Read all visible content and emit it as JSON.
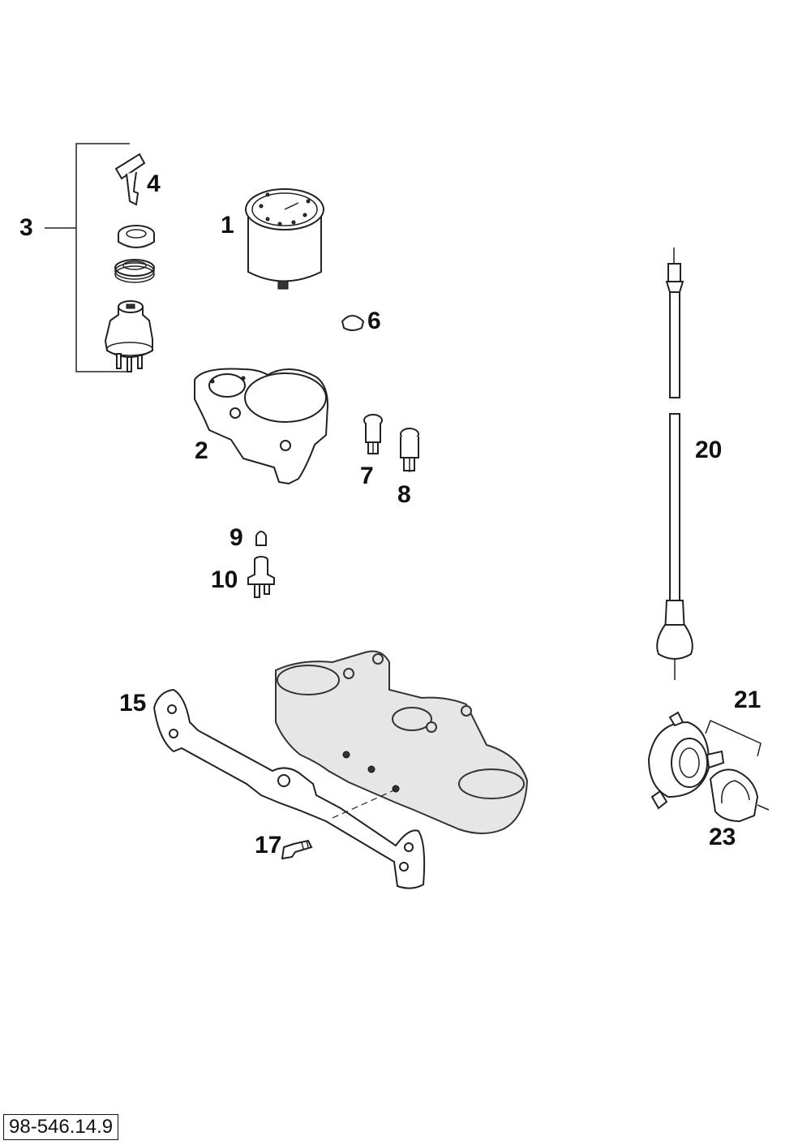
{
  "diagram": {
    "callouts": [
      {
        "key": "c1",
        "label": "1"
      },
      {
        "key": "c2",
        "label": "2"
      },
      {
        "key": "c3",
        "label": "3"
      },
      {
        "key": "c4",
        "label": "4"
      },
      {
        "key": "c6",
        "label": "6"
      },
      {
        "key": "c7",
        "label": "7"
      },
      {
        "key": "c8",
        "label": "8"
      },
      {
        "key": "c9",
        "label": "9"
      },
      {
        "key": "c10",
        "label": "10"
      },
      {
        "key": "c15",
        "label": "15"
      },
      {
        "key": "c17",
        "label": "17"
      },
      {
        "key": "c20",
        "label": "20"
      },
      {
        "key": "c21",
        "label": "21"
      },
      {
        "key": "c23",
        "label": "23"
      }
    ],
    "reference_code": "98-546.14.9"
  }
}
